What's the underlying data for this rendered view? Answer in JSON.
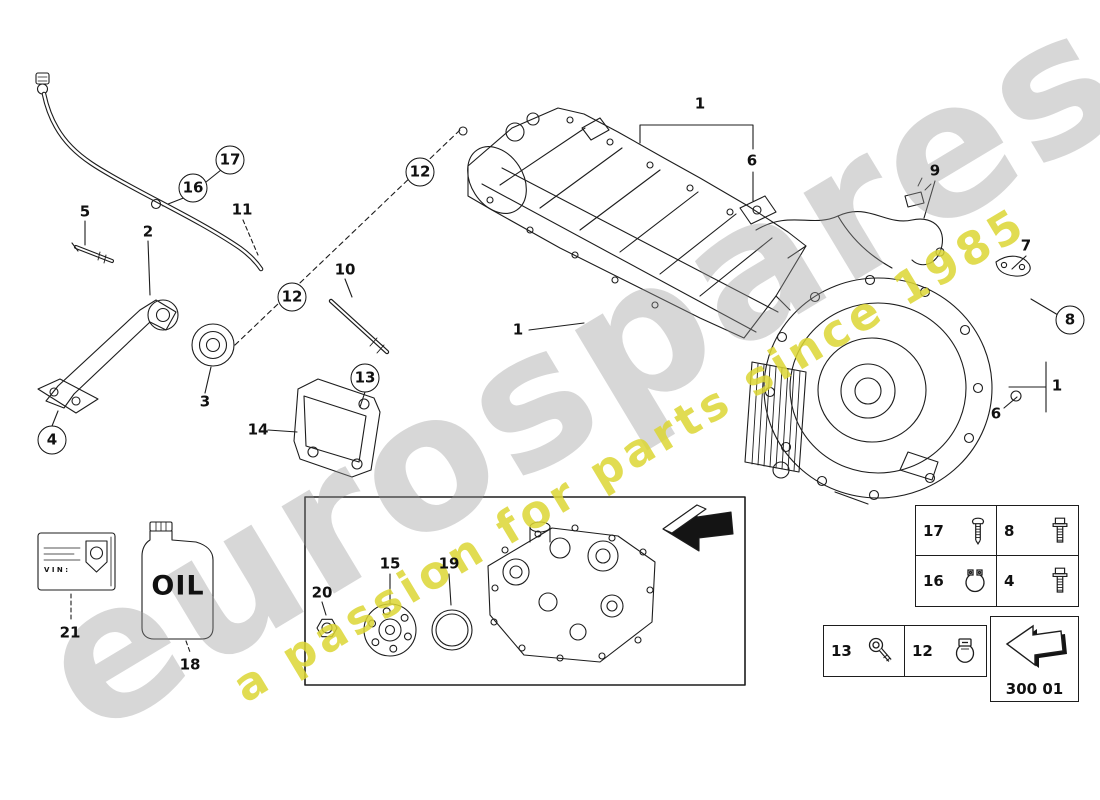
{
  "watermark": {
    "brand": "eurospares",
    "tagline": "a passion for parts since 1985"
  },
  "callouts": {
    "c1_top": "1",
    "c6_top": "6",
    "c9": "9",
    "c7": "7",
    "c8": "8",
    "c1_left": "1",
    "c1_right": "1",
    "c6_right": "6",
    "c17": "17",
    "c16": "16",
    "c11": "11",
    "c5": "5",
    "c2": "2",
    "c12_upper": "12",
    "c12_lower": "12",
    "c10": "10",
    "c3": "3",
    "c13": "13",
    "c14": "14",
    "c4": "4",
    "c21": "21",
    "c18": "18",
    "c20": "20",
    "c15": "15",
    "c19": "19"
  },
  "labels": {
    "oil": "OIL",
    "vin": "V I N :"
  },
  "legend": {
    "grid_top": [
      {
        "num": "17",
        "icon": "torx-screw"
      },
      {
        "num": "8",
        "icon": "flange-bolt"
      },
      {
        "num": "16",
        "icon": "retaining-clip"
      },
      {
        "num": "4",
        "icon": "flange-bolt"
      }
    ],
    "grid_bottom": [
      {
        "num": "13",
        "icon": "socket-bolt"
      },
      {
        "num": "12",
        "icon": "hose-clamp"
      }
    ],
    "page_code": "300 01"
  }
}
